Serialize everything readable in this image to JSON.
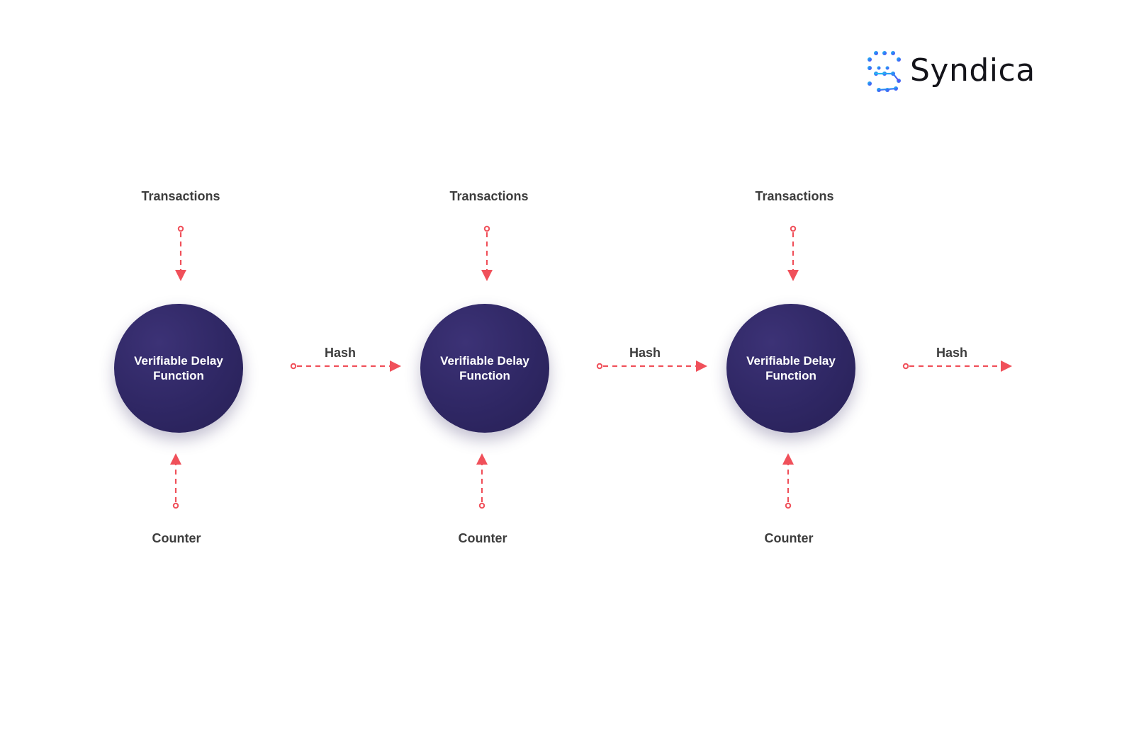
{
  "brand": {
    "name": "Syndica",
    "icon": "syndica-dot-s-logo",
    "gradient": [
      "#22c1f1",
      "#2f7cf6",
      "#6a3cf0"
    ]
  },
  "colors": {
    "node_fill": "#2f2764",
    "arrow": "#f0505a",
    "label_text": "#3d3d3d"
  },
  "stages": [
    {
      "input_top": "Transactions",
      "node": {
        "line1": "Verifiable Delay",
        "line2": "Function"
      },
      "input_bottom": "Counter",
      "output": "Hash"
    },
    {
      "input_top": "Transactions",
      "node": {
        "line1": "Verifiable Delay",
        "line2": "Function"
      },
      "input_bottom": "Counter",
      "output": "Hash"
    },
    {
      "input_top": "Transactions",
      "node": {
        "line1": "Verifiable Delay",
        "line2": "Function"
      },
      "input_bottom": "Counter",
      "output": "Hash"
    }
  ]
}
